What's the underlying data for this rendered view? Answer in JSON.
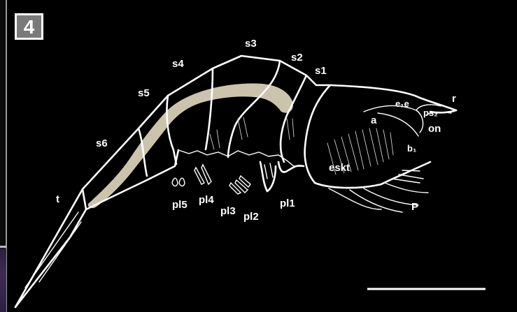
{
  "panel": {
    "number": "4"
  },
  "labels": {
    "s1": "s1",
    "s2": "s2",
    "s3": "s3",
    "s4": "s4",
    "s5": "s5",
    "s6": "s6",
    "t": "t",
    "pl1": "pl1",
    "pl2": "pl2",
    "pl3": "pl3",
    "pl4": "pl4",
    "pl5": "pl5",
    "a": "a",
    "r": "r",
    "e1e": "e₁e",
    "ps2": "ps₂",
    "on": "on",
    "b1": "b₁",
    "eskt": "eskt",
    "P": "P"
  },
  "colors": {
    "background": "#000000",
    "lines": "#ffffff",
    "gut": "#cbc3ab",
    "badge": "#7a7a7a"
  }
}
